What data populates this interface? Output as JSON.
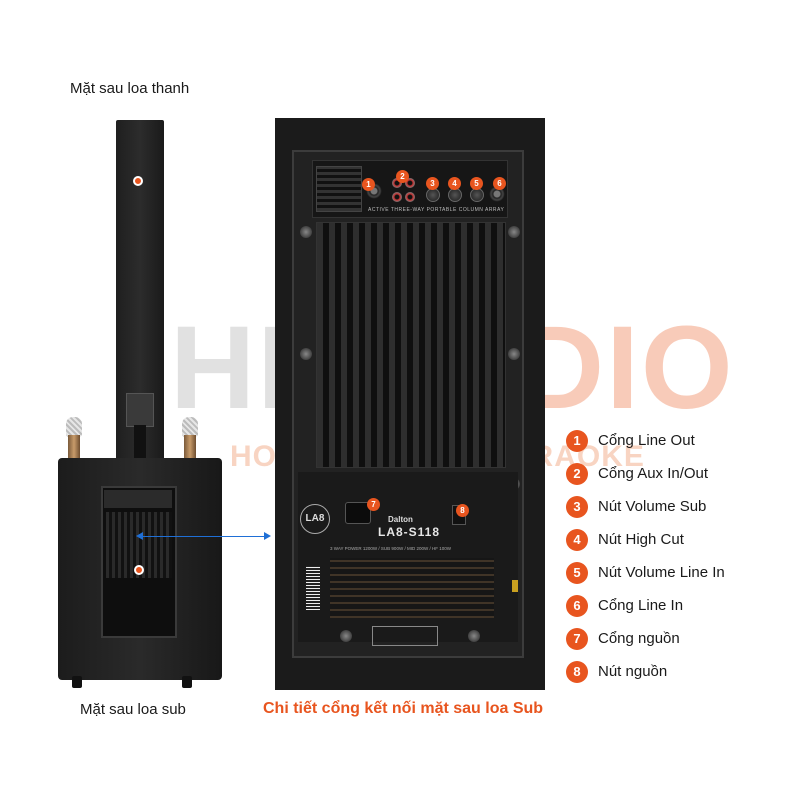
{
  "labels": {
    "column_back": "Mặt sau loa thanh",
    "sub_back": "Mặt sau loa sub",
    "caption": "Chi tiết cổng kết nối mặt sau loa Sub"
  },
  "watermark": {
    "main_hd": "HD",
    "main_radio": "RADIO",
    "sub": "HOME CINEMA · KARAOKE"
  },
  "panel": {
    "strip_text": "ACTIVE THREE-WAY PORTABLE COLUMN ARRAY",
    "badge": "LA8",
    "brand": "Dalton",
    "model": "LA8-S118",
    "spec_line": "3 WAY POWER 1200W / SUB 900W / MID 200W / HF 100W",
    "callouts": [
      "1",
      "2",
      "3",
      "4",
      "5",
      "6",
      "7",
      "8"
    ]
  },
  "legend": {
    "items": [
      {
        "num": "1",
        "text": "Cổng Line Out"
      },
      {
        "num": "2",
        "text": "Cổng Aux In/Out"
      },
      {
        "num": "3",
        "text": "Nút Volume Sub"
      },
      {
        "num": "4",
        "text": "Nút High Cut"
      },
      {
        "num": "5",
        "text": "Nút Volume Line In"
      },
      {
        "num": "6",
        "text": "Cổng Line In"
      },
      {
        "num": "7",
        "text": "Cổng nguồn"
      },
      {
        "num": "8",
        "text": "Nút nguồn"
      }
    ]
  },
  "colors": {
    "accent": "#e8551f",
    "arrow": "#1f6fd6",
    "text": "#1a1a1a"
  }
}
